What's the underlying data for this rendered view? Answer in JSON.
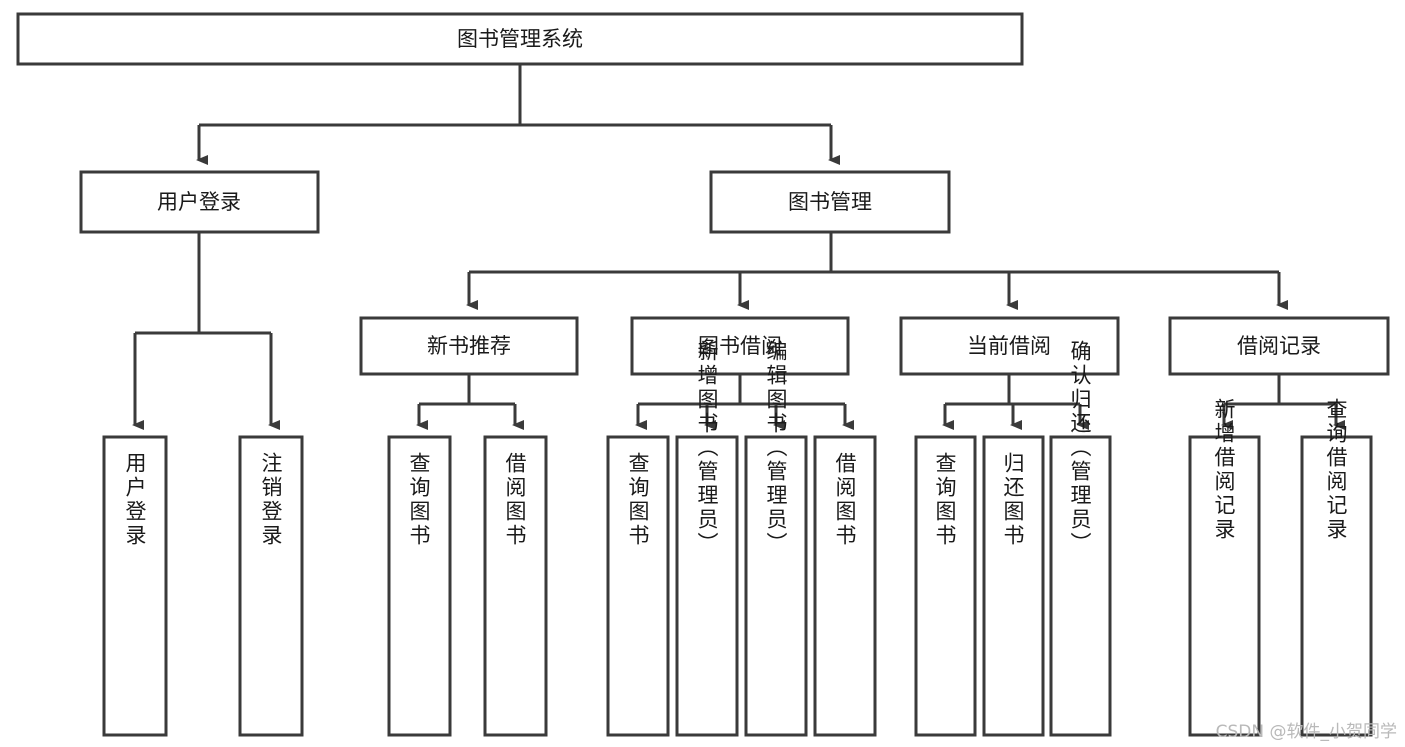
{
  "diagram": {
    "type": "tree",
    "title": "图书管理系统",
    "orientation": "top-down",
    "arrow_style": "solid-filled-triangle",
    "colors": {
      "box_stroke": "#3a3a3a",
      "box_fill": "#ffffff",
      "line": "#3a3a3a",
      "text": "#1a1a1a",
      "background": "#ffffff",
      "watermark": "#b9b9b9"
    },
    "root": {
      "label": "图书管理系统",
      "children": [
        {
          "label": "用户登录",
          "children": [
            {
              "label": "用户登录"
            },
            {
              "label": "注销登录"
            }
          ]
        },
        {
          "label": "图书管理",
          "children": [
            {
              "label": "新书推荐",
              "children": [
                {
                  "label": "查询图书"
                },
                {
                  "label": "借阅图书"
                }
              ]
            },
            {
              "label": "图书借阅",
              "children": [
                {
                  "label": "查询图书"
                },
                {
                  "label": "新增图书（管理员）"
                },
                {
                  "label": "编辑图书（管理员）"
                },
                {
                  "label": "借阅图书"
                }
              ]
            },
            {
              "label": "当前借阅",
              "children": [
                {
                  "label": "查询图书"
                },
                {
                  "label": "归还图书"
                },
                {
                  "label": "确认归还（管理员）"
                }
              ]
            },
            {
              "label": "借阅记录",
              "children": [
                {
                  "label": "新增借阅记录"
                },
                {
                  "label": "查询借阅记录"
                }
              ]
            }
          ]
        }
      ]
    },
    "nodes": {
      "root": "图书管理系统",
      "l1_user_login": "用户登录",
      "l1_book_mgmt": "图书管理",
      "l2_new_book_rec": "新书推荐",
      "l2_book_borrow": "图书借阅",
      "l2_current_borrow": "当前借阅",
      "l2_borrow_record": "借阅记录",
      "l3_user_login": "用户登录",
      "l3_logout": "注销登录",
      "l3_rec_query_book": "查询图书",
      "l3_rec_borrow_book": "借阅图书",
      "l3_brw_query_book": "查询图书",
      "l3_brw_add_book": "新增图书（管理员）",
      "l3_brw_edit_book": "编辑图书（管理员）",
      "l3_brw_borrow_book": "借阅图书",
      "l3_cur_query_book": "查询图书",
      "l3_cur_return_book": "归还图书",
      "l3_cur_confirm_return": "确认归还（管理员）",
      "l3_rec_add_record": "新增借阅记录",
      "l3_rec_query_record": "查询借阅记录"
    }
  },
  "watermark": {
    "text": "CSDN @软件_小贺同学"
  }
}
